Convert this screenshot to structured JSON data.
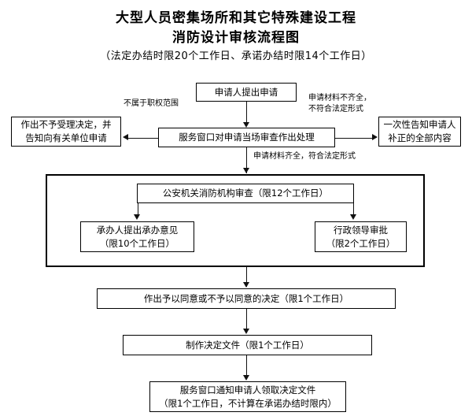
{
  "header": {
    "title_line_1": "大型人员密集场所和其它特殊建设工程",
    "title_line_2": "消防设计审核流程图",
    "subtitle": "（法定办结时限20个工作日、承诺办结时限14个工作日）"
  },
  "nodes": {
    "applicant_submit": "申请人提出申请",
    "service_window_review": "服务窗口对申请当场审查作出处理",
    "reject_decision": "作出不予受理决定，并\n告知向有关单位申请",
    "one_time_notice": "一次性告知申请人\n补正的全部内容",
    "fire_agency_review": "公安机关消防机构审查（限12个工作日）",
    "handler_opinion": "承办人提出承办意见\n（限10个工作日）",
    "leader_approval": "行政领导审批\n（限2个工作日）",
    "consent_decision": "作出予以同意或不予以同意的决定（限1个工作日）",
    "produce_document": "制作决定文件（限1个工作日）",
    "notify_collect": "服务窗口通知申请人领取决定文件\n（限1个工作日，不计算在承诺办结时限内）"
  },
  "edge_labels": {
    "out_of_scope": "不属于职权范围",
    "materials_incomplete": "申请材料不齐全，\n不符合法定形式",
    "materials_complete": "申请材料齐全，符合法定形式"
  },
  "colors": {
    "line": "#111111",
    "box_border": "#000000",
    "group_border": "#000000",
    "background": "#ffffff",
    "text": "#000000"
  }
}
